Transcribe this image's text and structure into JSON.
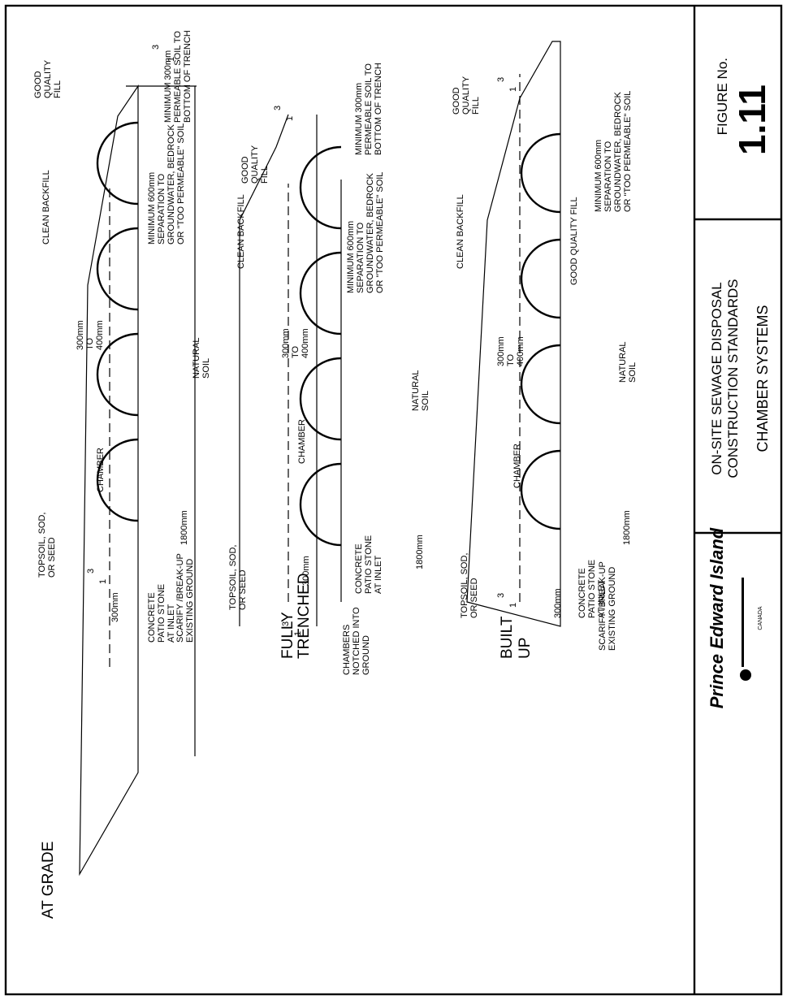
{
  "title_block": {
    "figure_label": "FIGURE No.",
    "figure_number": "1.11",
    "standard_line1": "ON-SITE SEWAGE DISPOSAL",
    "standard_line2": "CONSTRUCTION STANDARDS",
    "subject": "CHAMBER SYSTEMS",
    "logo_text": "Prince Edward Island",
    "logo_country": "CANADA"
  },
  "sections": {
    "at_grade": {
      "title": "AT GRADE",
      "topsoil": [
        "TOPSOIL, SOD,",
        "OR SEED"
      ],
      "chamber": "CHAMBER",
      "depth": [
        "300mm",
        "TO",
        "400mm"
      ],
      "clean_backfill": "CLEAN BACKFILL",
      "good_fill": [
        "GOOD",
        "QUALITY",
        "FILL"
      ],
      "min_permeable": [
        "MINIMUM 300mm",
        "PERMEABLE SOIL TO",
        "BOTTOM OF TRENCH"
      ],
      "separation": [
        "MINIMUM 600mm",
        "SEPARATION TO",
        "GROUNDWATER, BEDROCK",
        "OR \"TOO PERMEABLE\" SOIL"
      ],
      "natural_soil": [
        "NATURAL",
        "SOIL"
      ],
      "spacing": "1800mm",
      "patio": [
        "CONCRETE",
        "PATIO STONE",
        "AT INLET"
      ],
      "cover": "300mm",
      "scarify": [
        "SCARIFY /BREAK-UP",
        "EXISTING GROUND"
      ],
      "slope_run": "3",
      "slope_rise": "1"
    },
    "fully_trenched": {
      "title_line1": "FULLY",
      "title_line2": "TRENCHED",
      "topsoil": [
        "TOPSOIL, SOD,",
        "OR SEED"
      ],
      "chamber": "CHAMBER",
      "depth": [
        "300mm",
        "TO",
        "400mm"
      ],
      "clean_backfill": "CLEAN BACKFILL",
      "good_fill": [
        "GOOD",
        "QUALITY",
        "FILL"
      ],
      "min_permeable": [
        "MINIMUM 300mm",
        "PERMEABLE SOIL TO",
        "BOTTOM OF TRENCH"
      ],
      "separation": [
        "MINIMUM 600mm",
        "SEPARATION TO",
        "GROUNDWATER, BEDROCK",
        "OR \"TOO PERMEABLE\" SOIL"
      ],
      "natural_soil": [
        "NATURAL",
        "SOIL"
      ],
      "spacing": "1800mm",
      "patio": [
        "CONCRETE",
        "PATIO STONE",
        "AT INLET"
      ],
      "cover": "300mm",
      "notched": [
        "CHAMBERS",
        "NOTCHED INTO",
        "GROUND"
      ],
      "slope_run": "3",
      "slope_rise": "1"
    },
    "built_up": {
      "title_line1": "BUILT",
      "title_line2": "UP",
      "topsoil": [
        "TOPSOIL, SOD,",
        "OR SEED"
      ],
      "chamber": "CHAMBER",
      "depth": [
        "300mm",
        "TO",
        "400mm"
      ],
      "clean_backfill": "CLEAN BACKFILL",
      "good_fill": [
        "GOOD",
        "QUALITY",
        "FILL"
      ],
      "good_fill_long": "GOOD QUALITY FILL",
      "separation": [
        "MINIMUM 600mm",
        "SEPARATION TO",
        "GROUNDWATER, BEDROCK",
        "OR \"TOO PERMEABLE\" SOIL"
      ],
      "natural_soil": [
        "NATURAL",
        "SOIL"
      ],
      "spacing": "1800mm",
      "patio": [
        "CONCRETE",
        "PATIO STONE",
        "AT INLET"
      ],
      "cover": "300mm",
      "scarify": [
        "SCARIFY /BREAK-UP",
        "EXISTING GROUND"
      ],
      "slope_run": "3",
      "slope_rise": "1"
    }
  }
}
